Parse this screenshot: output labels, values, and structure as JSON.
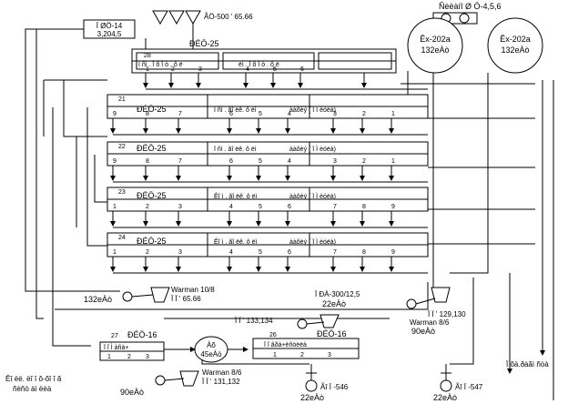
{
  "top_label": "Ñèëàíî Ø Ö-4,5,6",
  "bin": {
    "label": "ÃÖ-500 '  65.66"
  },
  "feeder": {
    "line1": "Ï ØÖ-14",
    "line2": "3,204,5"
  },
  "big_circles": [
    {
      "line1": "Êх-202а",
      "line2": "132еÀò"
    },
    {
      "line1": "Êх-202а",
      "line2": "132еÀò"
    }
  ],
  "mills": [
    {
      "num": "28",
      "type": "ÐÉÖ-25",
      "sec_a": "Ï ñì . î õ î ò . ô ë",
      "sec_b": "ëì . î õ î ò . ô ë",
      "ticks": [
        "1",
        "2",
        "3",
        "4",
        "5",
        "6"
      ]
    },
    {
      "num": "21",
      "type": "ÐÉÖ-25",
      "sec_a": "Ï ñì . ãî ëê. ô ëì",
      "sec_b": "ààõèý ( Ï Ì èóëà)",
      "ticks": [
        "9",
        "8",
        "7",
        "6",
        "5",
        "4",
        "3",
        "2",
        "1"
      ]
    },
    {
      "num": "22",
      "type": "ÐÉÖ-25",
      "sec_a": "Ï ñì . ãî ëê. ô ëì",
      "sec_b": "ààõèý ( Ï Ì èóëà)",
      "ticks": [
        "9",
        "8",
        "7",
        "6",
        "5",
        "4",
        "3",
        "2",
        "1"
      ]
    },
    {
      "num": "23",
      "type": "ÐÉÖ-25",
      "sec_a": "Êî ì . ãî ëê. ô ëì",
      "sec_b": "ààõèý ( Ï Ì èóëà)",
      "ticks": [
        "1",
        "2",
        "3",
        "4",
        "5",
        "6",
        "7",
        "8",
        "9"
      ]
    },
    {
      "num": "24",
      "type": "ÐÉÖ-25",
      "sec_a": "Êî ì . ãî ëê. ô ëì",
      "sec_b": "ààõèý ( Ï Ì èóëà)",
      "ticks": [
        "1",
        "2",
        "3",
        "4",
        "5",
        "6",
        "7",
        "8",
        "9"
      ]
    }
  ],
  "pump_left": {
    "name": "Warman 10/8",
    "spec": "Ï Ï '  65.66",
    "power": "132еÀò"
  },
  "pump_right": {
    "name": "Warman 8/6",
    "spec": "Ï Ï '  129,130",
    "power": "90еÀò"
  },
  "tank": {
    "line1": "Ï ÐÀ-300/12,5",
    "line2": "22еÀò"
  },
  "small_pump": {
    "spec": "Ï Ï '  133,134"
  },
  "bottom_mill_27": {
    "num": "27",
    "type": "ÐÉÖ-16",
    "sec": "Ï Ï Ì àñà+",
    "ticks": [
      "1",
      "2",
      "3"
    ]
  },
  "bottom_mill_26": {
    "num": "26",
    "type": "ÐÉÖ-16",
    "sec": "Ï Ï ãðà+èñòèëà",
    "ticks": [
      "1",
      "2",
      "3"
    ]
  },
  "compressor": {
    "line1": "Àõ",
    "line2": "45еÀò"
  },
  "pump_bottom": {
    "name": "Warman 8/6",
    "spec": "Ï Ï '  131,132",
    "power": "90еÀò"
  },
  "bottom_left_text": {
    "line1": "Êî ëë. ëî î õ-õî î ã",
    "line2": "ñèñò àì ëèà"
  },
  "blower_546": {
    "label": "Ãî Ï -546",
    "power": "22еÀò"
  },
  "blower_547": {
    "label": "Ãî Ï -547",
    "power": "22еÀò"
  },
  "right_label": "Ï õà.ðàãì ñòà"
}
